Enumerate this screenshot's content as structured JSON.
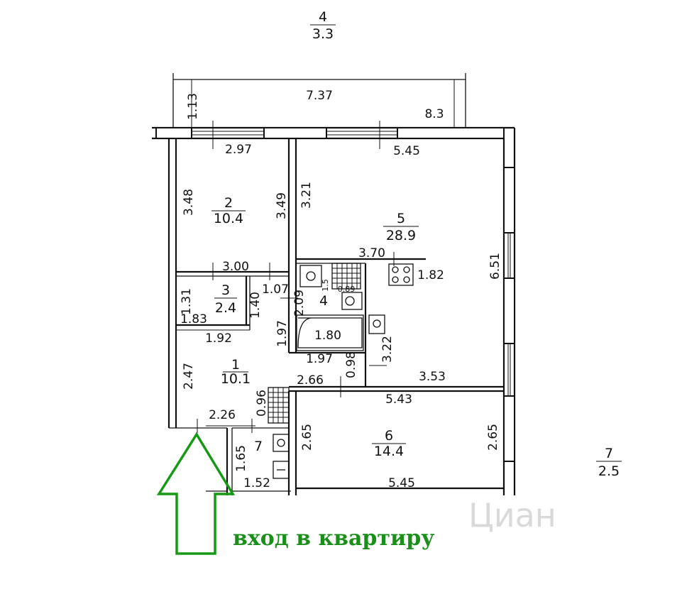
{
  "plan": {
    "rooms": [
      {
        "id": "room-1",
        "number": "1",
        "area": "10.1"
      },
      {
        "id": "room-2",
        "number": "2",
        "area": "10.4"
      },
      {
        "id": "room-3",
        "number": "3",
        "area": "2.4"
      },
      {
        "id": "room-4",
        "number": "4",
        "area": ""
      },
      {
        "id": "room-5",
        "number": "5",
        "area": "28.9"
      },
      {
        "id": "room-6",
        "number": "6",
        "area": "14.4"
      },
      {
        "id": "room-7",
        "number": "7",
        "area": ""
      },
      {
        "id": "balcony-4",
        "number": "4",
        "area": "3.3"
      },
      {
        "id": "room-7-outside",
        "number": "7",
        "area": "2.5"
      }
    ],
    "dimensions": {
      "d113": "1.13",
      "d737": "7.37",
      "d83": "8.3",
      "d297": "2.97",
      "d545_top": "5.45",
      "d348": "3.48",
      "d349": "3.49",
      "d321": "3.21",
      "d300": "3.00",
      "d370": "3.70",
      "d182": "1.82",
      "d651": "6.51",
      "d131": "1.31",
      "d107": "1.07",
      "d209": "2.09",
      "d15": "1.5",
      "d089": "0.89",
      "d140": "1.40",
      "d183": "1.83",
      "d192": "1.92",
      "d197_v": "1.97",
      "d180": "1.80",
      "d197_h": "1.97",
      "d322": "3.22",
      "d098": "0.98",
      "d353": "3.53",
      "d247": "2.47",
      "d266": "2.66",
      "d543": "5.43",
      "d226": "2.26",
      "d096": "0.96",
      "d265_left": "2.65",
      "d265_right": "2.65",
      "d165": "1.65",
      "d152": "1.52",
      "d545_bottom": "5.45"
    },
    "entry_label": "вход в квартиру",
    "watermark": "Циан",
    "colors": {
      "arrow": "#169a16",
      "text_entry": "#1a8f1a"
    }
  }
}
